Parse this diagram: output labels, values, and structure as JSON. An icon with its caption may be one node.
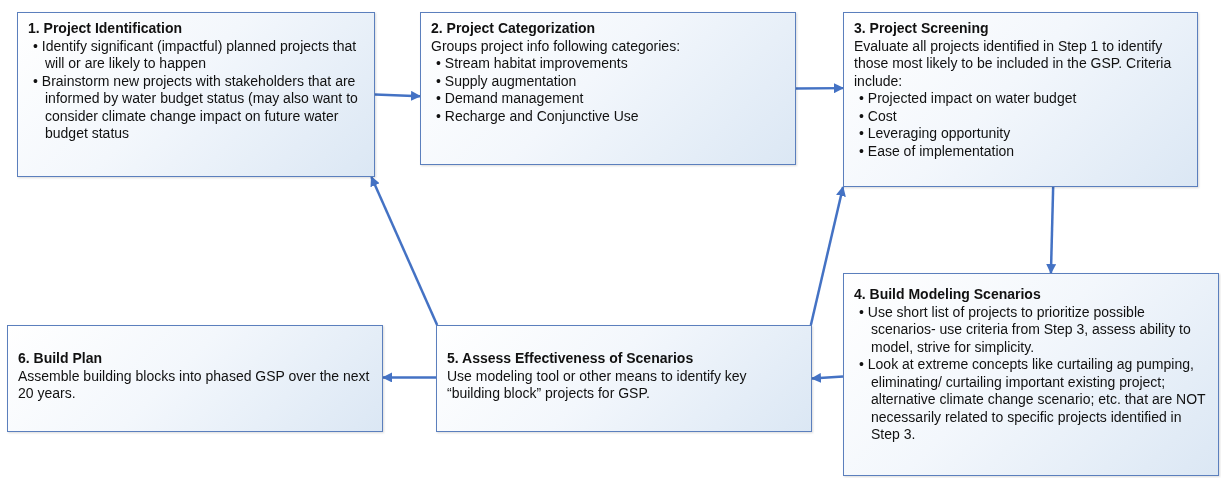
{
  "diagram": {
    "nodes": [
      {
        "text": [
          "1. Project Identification",
          "• Identify significant (impactful) planned projects that will or are likely to happen",
          "• Brainstorm new projects with stakeholders that are informed by water budget status (may also want to consider climate change impact on future water budget status"
        ]
      },
      {
        "text": [
          "2. Project Categorization",
          "Groups project info following categories:",
          "• Stream habitat improvements",
          "• Supply augmentation",
          "• Demand management",
          "• Recharge and Conjunctive Use"
        ]
      },
      {
        "text": [
          "3. Project Screening",
          "Evaluate all projects identified in Step 1 to identify those most likely to be included in the GSP. Criteria include:",
          "• Projected impact on water budget",
          "• Cost",
          "• Leveraging opportunity",
          "• Ease of implementation"
        ]
      },
      {
        "text": [
          "4. Build Modeling Scenarios",
          "• Use short list of projects to prioritize possible scenarios- use criteria from Step 3, assess ability to model, strive for simplicity.",
          "• Look at extreme concepts like curtailing ag pumping, eliminating/ curtailing important existing project; alternative climate change scenario; etc. that are NOT necessarily related to specific projects identified in Step 3."
        ]
      },
      {
        "text": [
          "5. Assess Effectiveness of Scenarios",
          "Use modeling tool or other means to identify key “building block” projects for GSP."
        ]
      },
      {
        "text": [
          "6. Build Plan",
          "Assemble building blocks into phased GSP over the next 20 years."
        ]
      }
    ],
    "edges": [
      {
        "from": 0,
        "to": 1,
        "arrow": "to"
      },
      {
        "from": 1,
        "to": 2,
        "arrow": "to"
      },
      {
        "from": 2,
        "to": 3,
        "arrow": "to"
      },
      {
        "from": 3,
        "to": 4,
        "arrow": "to"
      },
      {
        "from": 4,
        "to": 5,
        "arrow": "to"
      },
      {
        "from": 4,
        "to": 0,
        "arrow": "to"
      },
      {
        "from": 4,
        "to": 2,
        "arrow": "to"
      }
    ]
  }
}
